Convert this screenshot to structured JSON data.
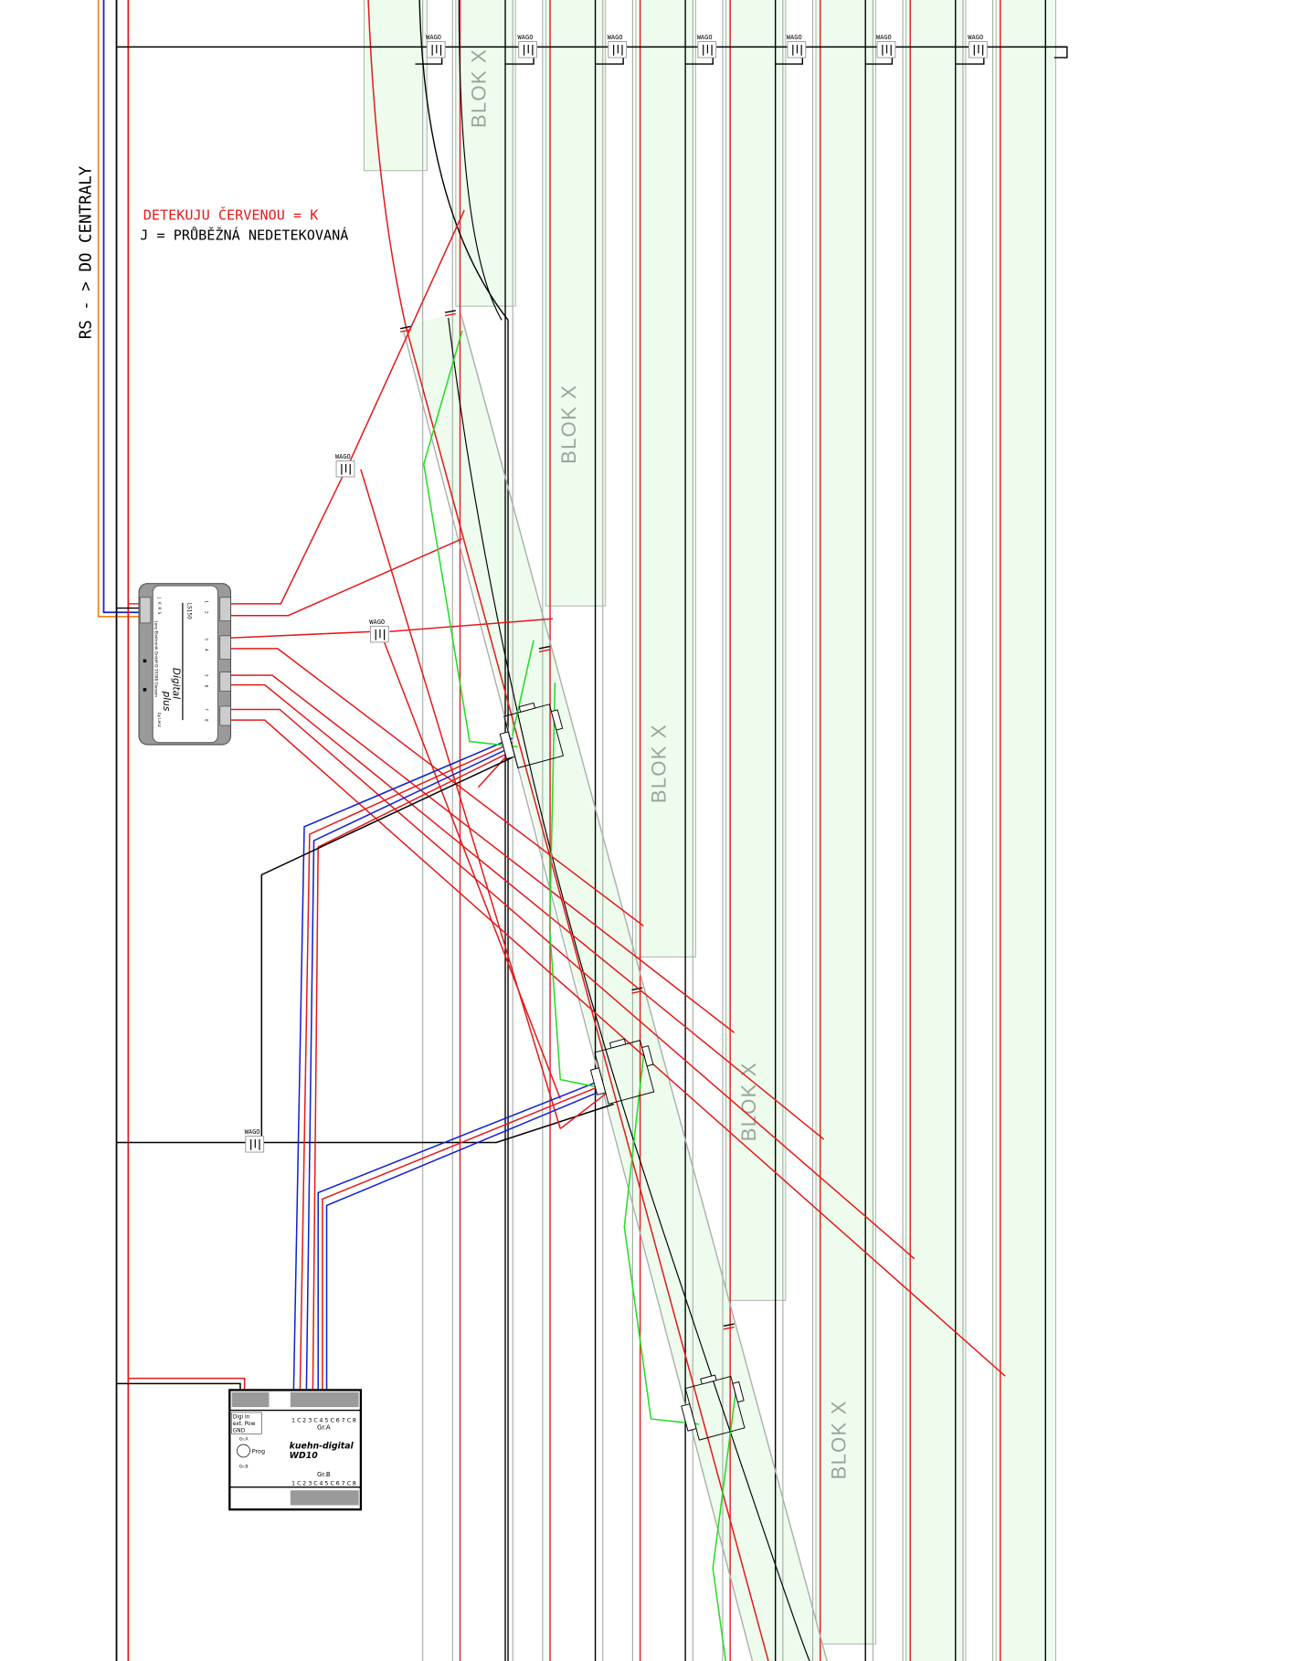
{
  "labels": {
    "rs_to_central": "RS - > DO CENTRALY",
    "legend_red": "DETEKUJU ČERVENOU = K",
    "legend_black": "J = PRŮBĚŽNÁ NEDETEKOVANÁ"
  },
  "blocks": [
    "BLOK X",
    "BLOK X",
    "BLOK X",
    "BLOK X",
    "BLOK X"
  ],
  "wago_top": [
    "WAGO",
    "WAGO",
    "WAGO",
    "WAGO",
    "WAGO",
    "WAGO",
    "WAGO"
  ],
  "wago_other": [
    "WAGO",
    "WAGO",
    "WAGO"
  ],
  "ldt_module": {
    "model": "LS150",
    "brand": "Digital",
    "brand2": "plus",
    "by": "by Lenz",
    "maker": "Lenz Elektronik GmbH  D 35398 Giessen",
    "terminals": [
      "J",
      "K",
      "R",
      "S"
    ],
    "outputs": [
      "1",
      "2",
      "3",
      "4",
      "5",
      "6",
      "7",
      "8"
    ]
  },
  "wd10_module": {
    "brand": "kuehn-digital",
    "model": "WD10",
    "inputs": [
      "Digi In",
      "ext. Pow",
      "GND"
    ],
    "prog": "Prog",
    "group_a": "Gr.A",
    "group_b": "Gr.B",
    "pins": [
      "1",
      "C",
      "2",
      "3",
      "C",
      "4",
      "5",
      "C",
      "6",
      "7",
      "C",
      "8"
    ],
    "gra_small": "Gr.A",
    "grb_small": "Gr.B"
  },
  "colors": {
    "wire_red": "#e31b1b",
    "wire_black": "#000000",
    "wire_blue": "#1020d0",
    "wire_orange": "#f08a1a",
    "wire_green": "#22dd22",
    "block_fill": "#eefcee",
    "track_gray": "#a8b0a8"
  }
}
